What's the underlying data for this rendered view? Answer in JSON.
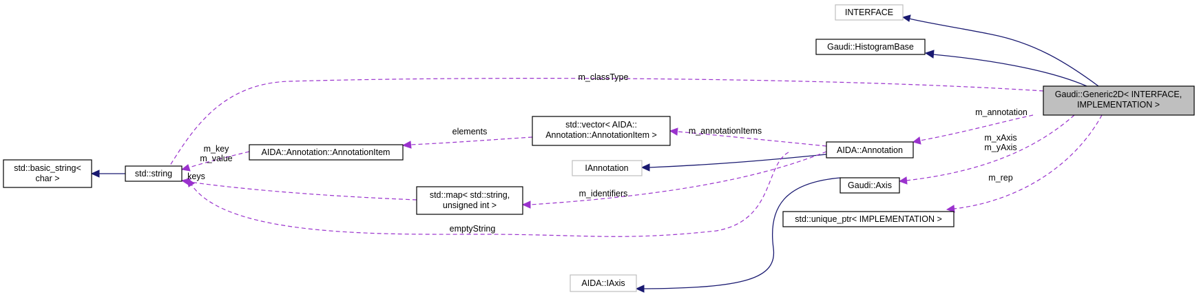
{
  "nodes": {
    "interface": "INTERFACE",
    "histogram_base": "Gaudi::HistogramBase",
    "generic2d_line1": "Gaudi::Generic2D< INTERFACE,",
    "generic2d_line2": "IMPLEMENTATION >",
    "basic_string_line1": "std::basic_string<",
    "basic_string_line2": "char >",
    "std_string": "std::string",
    "annotation_item": "AIDA::Annotation::AnnotationItem",
    "vector_line1": "std::vector< AIDA::",
    "vector_line2": "Annotation::AnnotationItem >",
    "iannotation": "IAnnotation",
    "aida_annotation": "AIDA::Annotation",
    "map_line1": "std::map< std::string,",
    "map_line2": "unsigned int >",
    "gaudi_axis": "Gaudi::Axis",
    "unique_ptr": "std::unique_ptr< IMPLEMENTATION >",
    "aida_iaxis": "AIDA::IAxis"
  },
  "edge_labels": {
    "m_class_type": "m_classType",
    "m_annotation": "m_annotation",
    "m_x_axis": "m_xAxis",
    "m_y_axis": "m_yAxis",
    "m_rep": "m_rep",
    "elements": "elements",
    "m_annotation_items": "m_annotationItems",
    "m_key": "m_key",
    "m_value": "m_value",
    "keys": "keys",
    "m_identifiers": "m_identifiers",
    "empty_string": "emptyString"
  },
  "colors": {
    "inheritance_edge": "#191970",
    "usage_edge": "#9a32cd",
    "focus_node_fill": "#bfbfbf",
    "undocumented_node_border": "#bfbfbf"
  }
}
